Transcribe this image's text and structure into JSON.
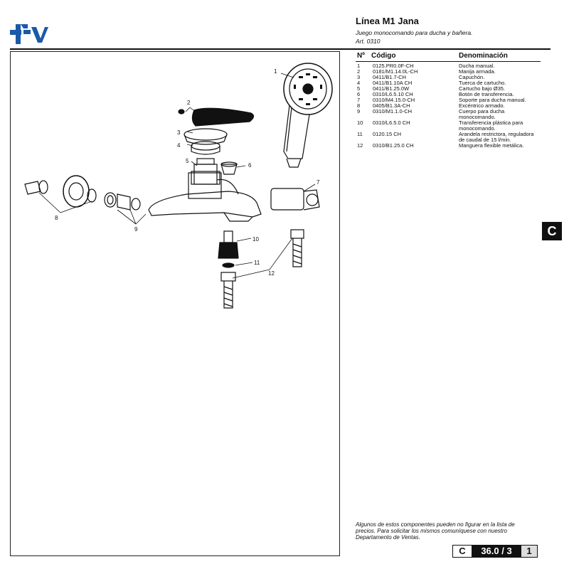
{
  "brand": {
    "logo_text": "fv",
    "accent_color": "#1a5aa8"
  },
  "header": {
    "title": "Línea M1 Jana",
    "subtitle": "Juego monocomando para ducha y bañera.",
    "article": "Art. 0310"
  },
  "parts_table": {
    "headers": {
      "number": "Nº",
      "code": "Código",
      "name": "Denominación"
    },
    "rows": [
      {
        "number": "1",
        "code": "0125.PR0.0F-CH",
        "name": "Ducha manual."
      },
      {
        "number": "2",
        "code": "0181/M1.14.0L-CH",
        "name": "Manija armada."
      },
      {
        "number": "3",
        "code": "0411/B1.7-CH",
        "name": "Capuchón."
      },
      {
        "number": "4",
        "code": "0411/B1.10A CH",
        "name": "Tuerca de cartucho."
      },
      {
        "number": "5",
        "code": "0411/B1.25.0W",
        "name": "Cartucho bajo Ø35."
      },
      {
        "number": "6",
        "code": "0310/L6.5.10 CH",
        "name": "Botón de transferencia."
      },
      {
        "number": "7",
        "code": "0310/M4.15.0-CH",
        "name": "Soporte para ducha manual."
      },
      {
        "number": "8",
        "code": "0405/B1.3A-CH",
        "name": "Excéntrico armado."
      },
      {
        "number": "9",
        "code": "0310/M1.1.0-CH",
        "name": "Cuerpo para ducha monocomando."
      },
      {
        "number": "10",
        "code": "0310/L6.5.0 CH",
        "name": "Transferencia plástica para monocomando."
      },
      {
        "number": "11",
        "code": "0120.15 CH",
        "name": "Arandela restrictora, reguladora de caudal de 15 l/min."
      },
      {
        "number": "12",
        "code": "0310/B1.25.0 CH",
        "name": "Manguera flexible metálica."
      }
    ]
  },
  "callouts": [
    "1",
    "2",
    "3",
    "4",
    "5",
    "6",
    "7",
    "8",
    "9",
    "10",
    "11",
    "12"
  ],
  "side_tab": "C",
  "note": "Algunos de estos componentes pueden no figurar en la lista de precios. Para solicitar los mismos comuníquese con nuestro Departamento de Ventas.",
  "footer": {
    "section": "C",
    "page": "36.0 / 3",
    "sheet": "1"
  }
}
